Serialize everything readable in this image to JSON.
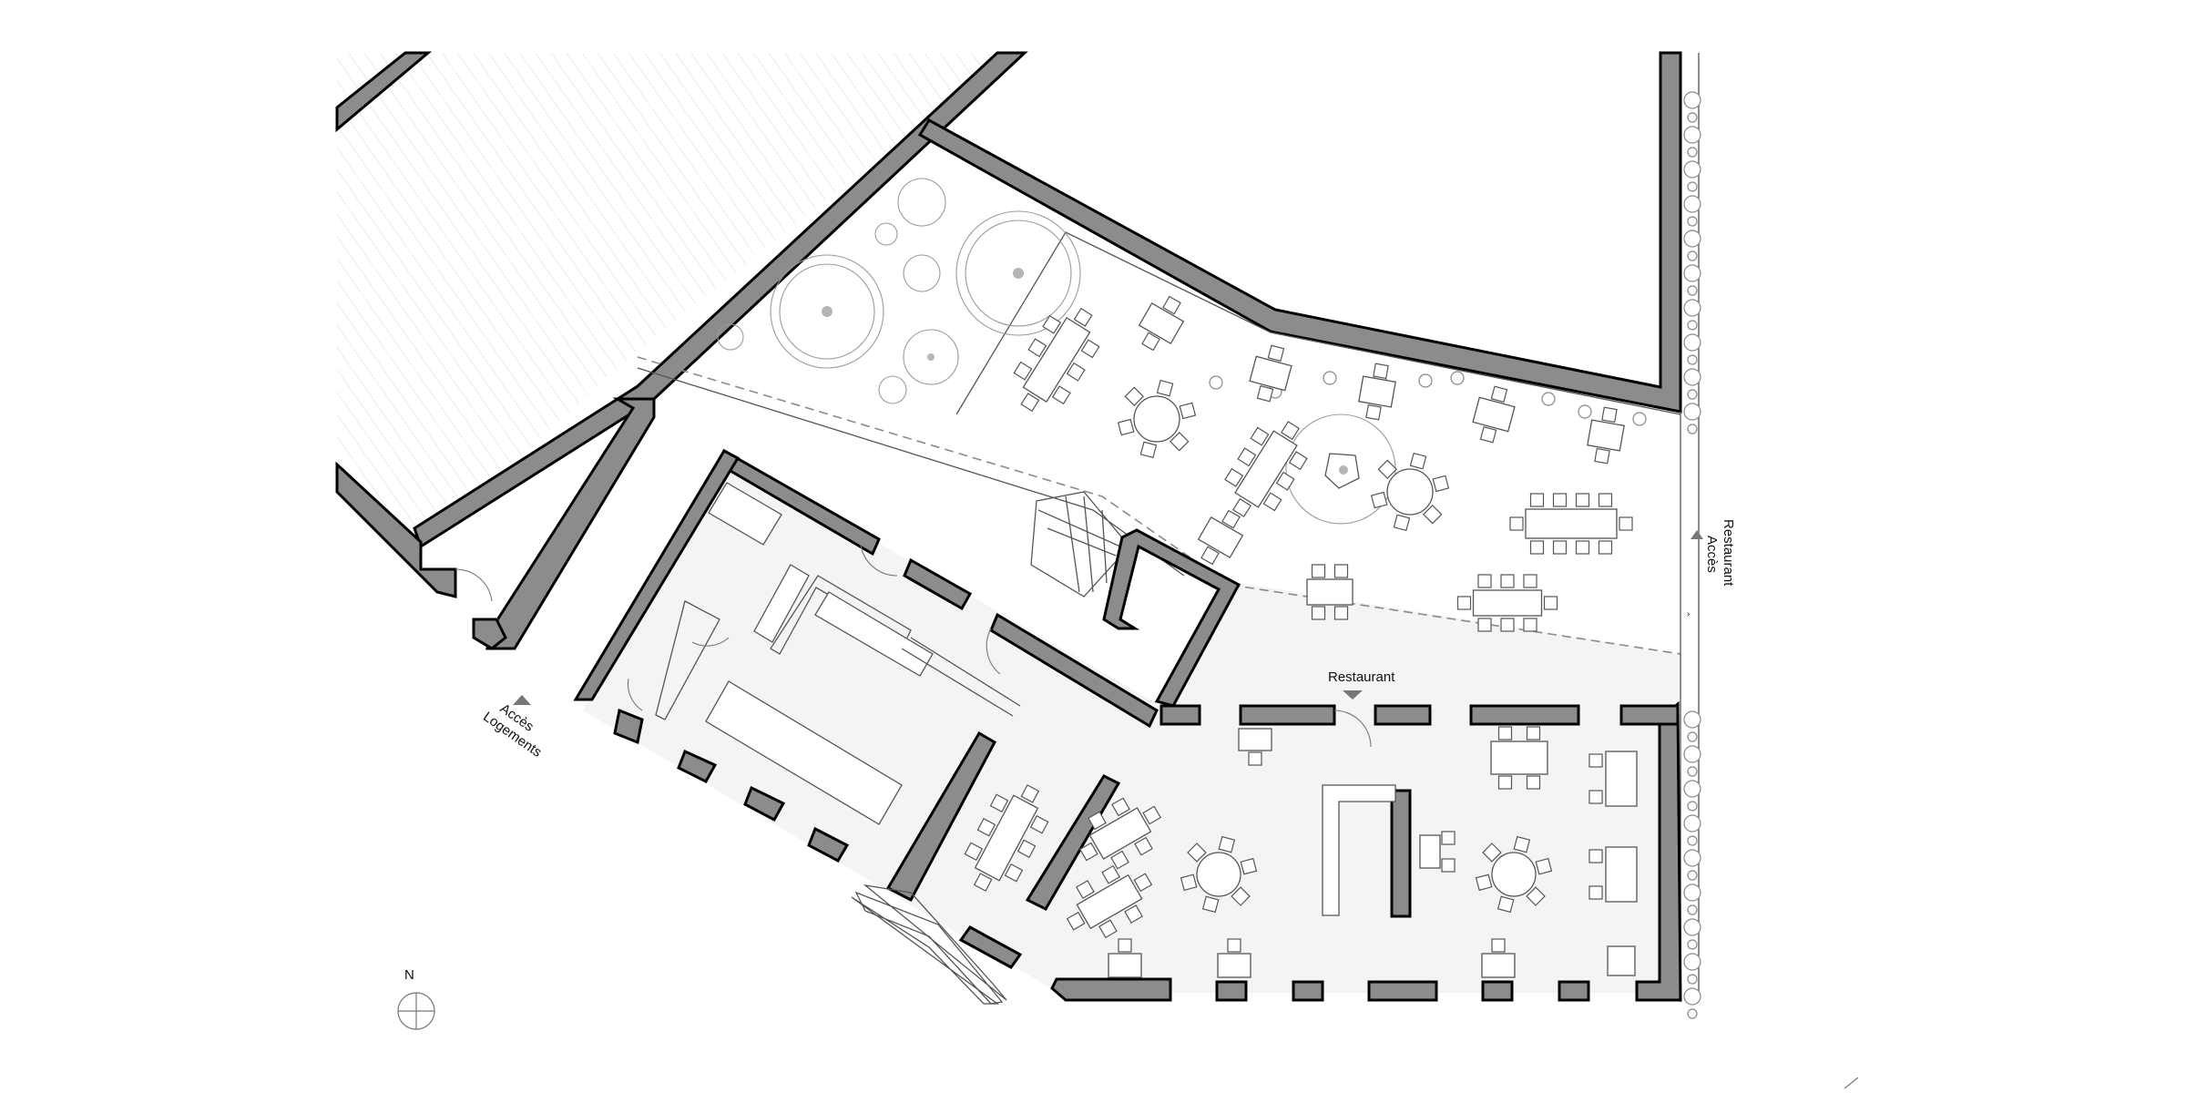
{
  "labels": {
    "restaurant": "Restaurant",
    "acces_restaurant_1": "Accès",
    "acces_restaurant_2": "Restaurant",
    "acces_logements_1": "Accès",
    "acces_logements_2": "Logements",
    "north": "N"
  },
  "colors": {
    "wall": "#8c8c8c",
    "floor": "#f4f4f4",
    "line": "#555555"
  }
}
